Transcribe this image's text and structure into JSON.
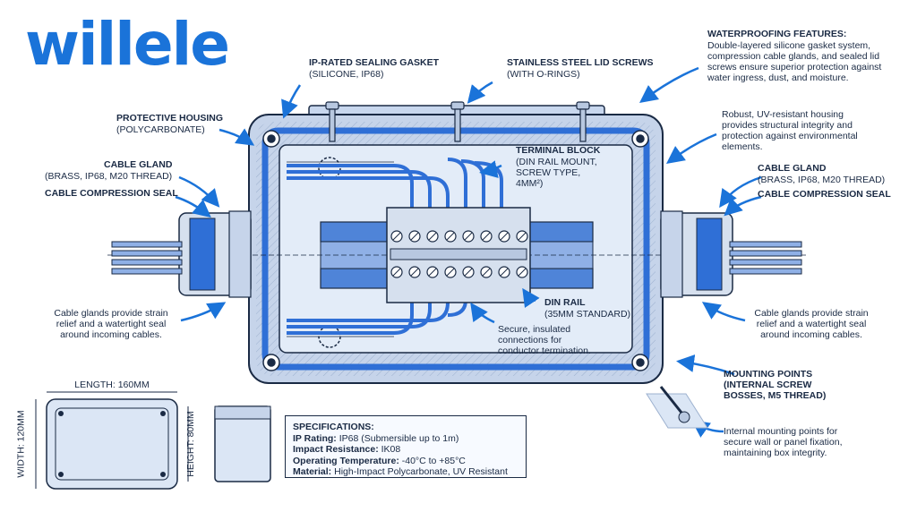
{
  "brand": {
    "logo_text": "willele"
  },
  "labels": {
    "ip_gasket_title": "IP-RATED SEALING GASKET",
    "ip_gasket_sub": "(SILICONE, IP68)",
    "lid_screws_title": "STAINLESS STEEL LID SCREWS",
    "lid_screws_sub": "(WITH O-RINGS)",
    "waterproofing_title": "WATERPROOFING FEATURES:",
    "waterproofing_lines": [
      "Double-layered silicone gasket system,",
      "compression cable glands, and sealed lid",
      "screws ensure superior protection against",
      "water ingress, dust, and moisture."
    ],
    "protective_housing_title": "PROTECTIVE HOUSING",
    "protective_housing_sub": "(POLYCARBONATE)",
    "robust_lines": [
      "Robust, UV-resistant housing",
      "provides structural integrity and",
      "protection against environmental",
      "elements."
    ],
    "terminal_block_title": "TERMINAL BLOCK",
    "terminal_block_lines": [
      "(DIN RAIL MOUNT,",
      "SCREW TYPE,",
      "4MM²)"
    ],
    "cable_gland_left_title": "CABLE GLAND",
    "cable_gland_left_sub": "(BRASS, IP68, M20 THREAD)",
    "cable_seal_left": "CABLE COMPRESSION SEAL",
    "cable_gland_right_title": "CABLE GLAND",
    "cable_gland_right_sub": "(BRASS, IP68, M20 THREAD)",
    "cable_seal_right": "CABLE COMPRESSION SEAL",
    "din_rail_title": "DIN RAIL",
    "din_rail_sub": "(35MM STANDARD)",
    "secure_lines": [
      "Secure, insulated",
      "connections for",
      "conductor termination."
    ],
    "strain_left_lines": [
      "Cable glands provide strain",
      "relief and a watertight seal",
      "around incoming cables."
    ],
    "strain_right_lines": [
      "Cable glands provide strain",
      "relief and a watertight seal",
      "around incoming cables."
    ],
    "mounting_title_lines": [
      "MOUNTING POINTS",
      "(INTERNAL SCREW",
      "BOSSES, M5 THREAD)"
    ],
    "mounting_desc_lines": [
      "Internal mounting points for",
      "secure wall or panel fixation,",
      "maintaining box integrity."
    ]
  },
  "dimensions": {
    "length": "LENGTH: 160MM",
    "width": "WIDTH: 120MM",
    "height": "HEIGHT: 80MM"
  },
  "specifications": {
    "title": "SPECIFICATIONS:",
    "items": [
      {
        "label": "IP Rating:",
        "value": "IP68 (Submersible up to 1m)"
      },
      {
        "label": "Impact Resistance:",
        "value": "IK08"
      },
      {
        "label": "Operating Temperature:",
        "value": "-40°C to +85°C"
      },
      {
        "label": "Material:",
        "value": "High-Impact Polycarbonate, UV Resistant"
      }
    ]
  },
  "colors": {
    "brand_blue": "#1a73d9",
    "outline": "#1a2a44",
    "housing_fill": "#dbe6f5",
    "gasket_blue": "#2f6fd6",
    "wire_blue": "#2f6fd6",
    "rail_blue": "#4f84d8"
  }
}
